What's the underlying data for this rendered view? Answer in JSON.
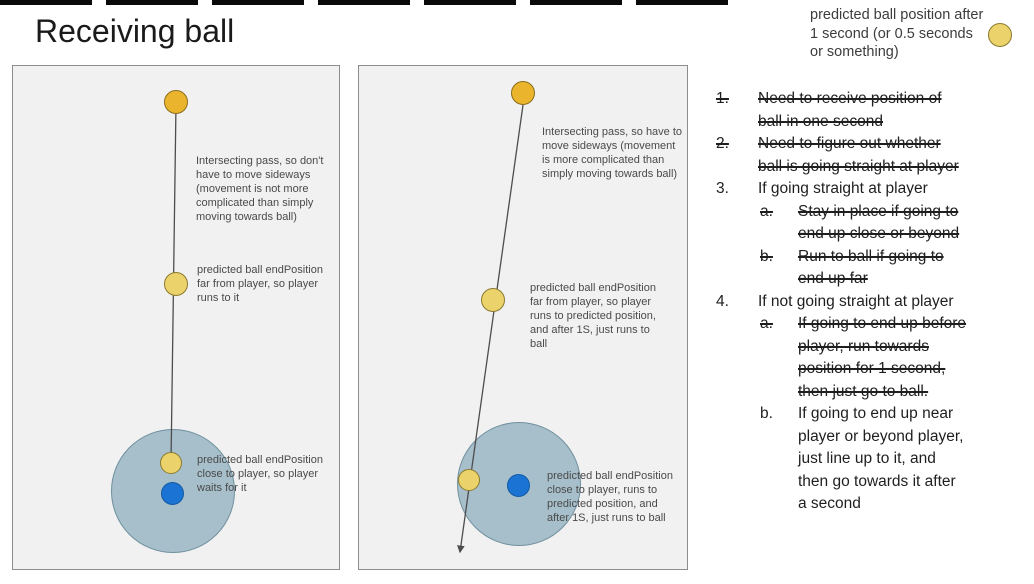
{
  "page": {
    "title": "Receiving ball"
  },
  "colors": {
    "ball_gold": "#eab42d",
    "ball_predicted_pale": "#ebd26b",
    "player_blue": "#1b74d4",
    "reach_circle": "#a6bfca",
    "panel_background": "#f1f1f1"
  },
  "legend": {
    "text": "predicted ball position after 1 second (or 0.5 seconds or something)"
  },
  "panel1": {
    "annotations": {
      "top": "Intersecting pass, so don't have to move sideways (movement is not more complicated than simply moving towards ball)",
      "mid": "predicted ball endPosition far from player, so player runs to it",
      "bottom": "predicted ball endPosition close to player, so player waits for it"
    }
  },
  "panel2": {
    "annotations": {
      "top": "Intersecting pass, so have to move sideways (movement is more complicated than simply moving towards ball)",
      "mid": "predicted ball endPosition far from player, so player runs to predicted position, and after 1S, just runs to ball",
      "bottom": "predicted ball endPosition close to player, runs to predicted position, and after 1S, just runs to ball"
    }
  },
  "checklist": {
    "items": [
      {
        "num": "1.",
        "text": "Need to receive position of ball in one second",
        "level": 1,
        "struck": true
      },
      {
        "num": "2.",
        "text": "Need to figure out whether ball is going straight at player",
        "level": 1,
        "struck": true
      },
      {
        "num": "3.",
        "text": "If going straight at player",
        "level": 1,
        "struck": false
      },
      {
        "num": "a.",
        "text": "Stay in place if going to end up close or beyond",
        "level": 2,
        "struck": true
      },
      {
        "num": "b.",
        "text": "Run to ball if going to end up far",
        "level": 2,
        "struck": true
      },
      {
        "num": "4.",
        "text": "If not going straight at player",
        "level": 1,
        "struck": false
      },
      {
        "num": "a.",
        "text": "If going to end up before player, run towards position for 1 second, then just go to ball.",
        "level": 2,
        "struck": true
      },
      {
        "num": "b.",
        "text": "If going to end up near player or beyond player, just line up to it, and then go towards it after a second",
        "level": 2,
        "struck": false
      }
    ]
  }
}
